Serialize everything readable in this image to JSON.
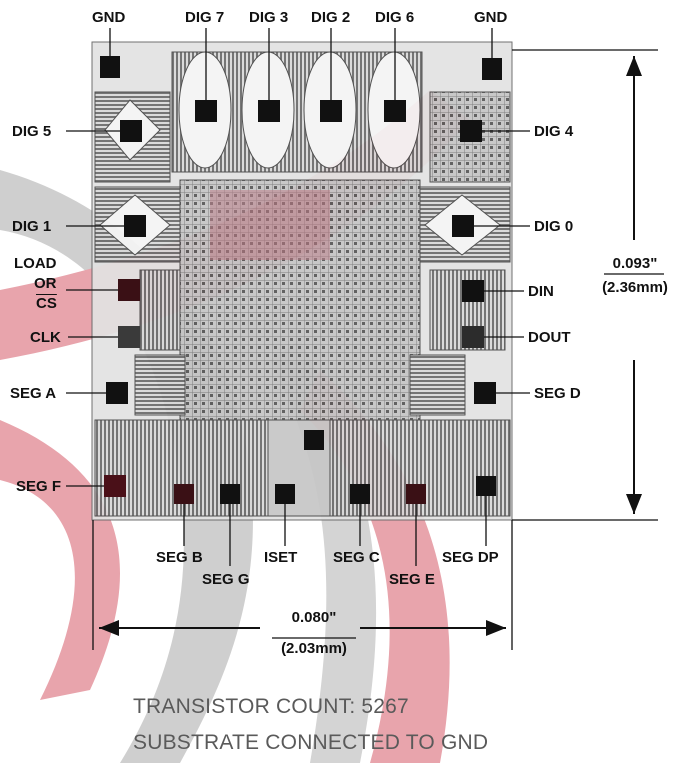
{
  "pads": {
    "gnd_left": "GND",
    "dig7": "DIG 7",
    "dig3": "DIG 3",
    "dig2": "DIG 2",
    "dig6": "DIG 6",
    "gnd_right": "GND",
    "dig5": "DIG 5",
    "dig4": "DIG 4",
    "dig1": "DIG 1",
    "dig0": "DIG 0",
    "load": "LOAD",
    "or": "OR",
    "cs": "CS",
    "clk": "CLK",
    "din": "DIN",
    "dout": "DOUT",
    "seg_a": "SEG A",
    "seg_d": "SEG D",
    "seg_f": "SEG F",
    "seg_b": "SEG B",
    "seg_g": "SEG G",
    "iset": "ISET",
    "seg_c": "SEG C",
    "seg_e": "SEG E",
    "seg_dp": "SEG DP"
  },
  "dimensions": {
    "height_in": "0.093\"",
    "height_mm": "(2.36mm)",
    "width_in": "0.080\"",
    "width_mm": "(2.03mm)"
  },
  "notes": {
    "transistor_count": "TRANSISTOR COUNT:  5267",
    "substrate": "SUBSTRATE CONNECTED TO GND"
  },
  "colors": {
    "watermark_red": "#e8a4ac",
    "watermark_gray": "#cfcfcf",
    "die": "#bdbdbd",
    "pad": "#111111"
  }
}
